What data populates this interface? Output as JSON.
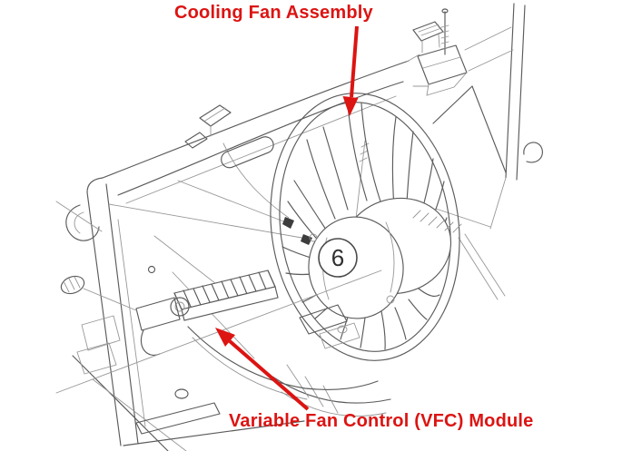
{
  "figure": {
    "title_label": "Cooling Fan Assembly",
    "module_label": "Variable Fan Control (VFC) Module",
    "callout_number": "6",
    "accent_color": "#dc1412",
    "line_color": "#5b5b5b",
    "background_color": "#ffffff"
  }
}
